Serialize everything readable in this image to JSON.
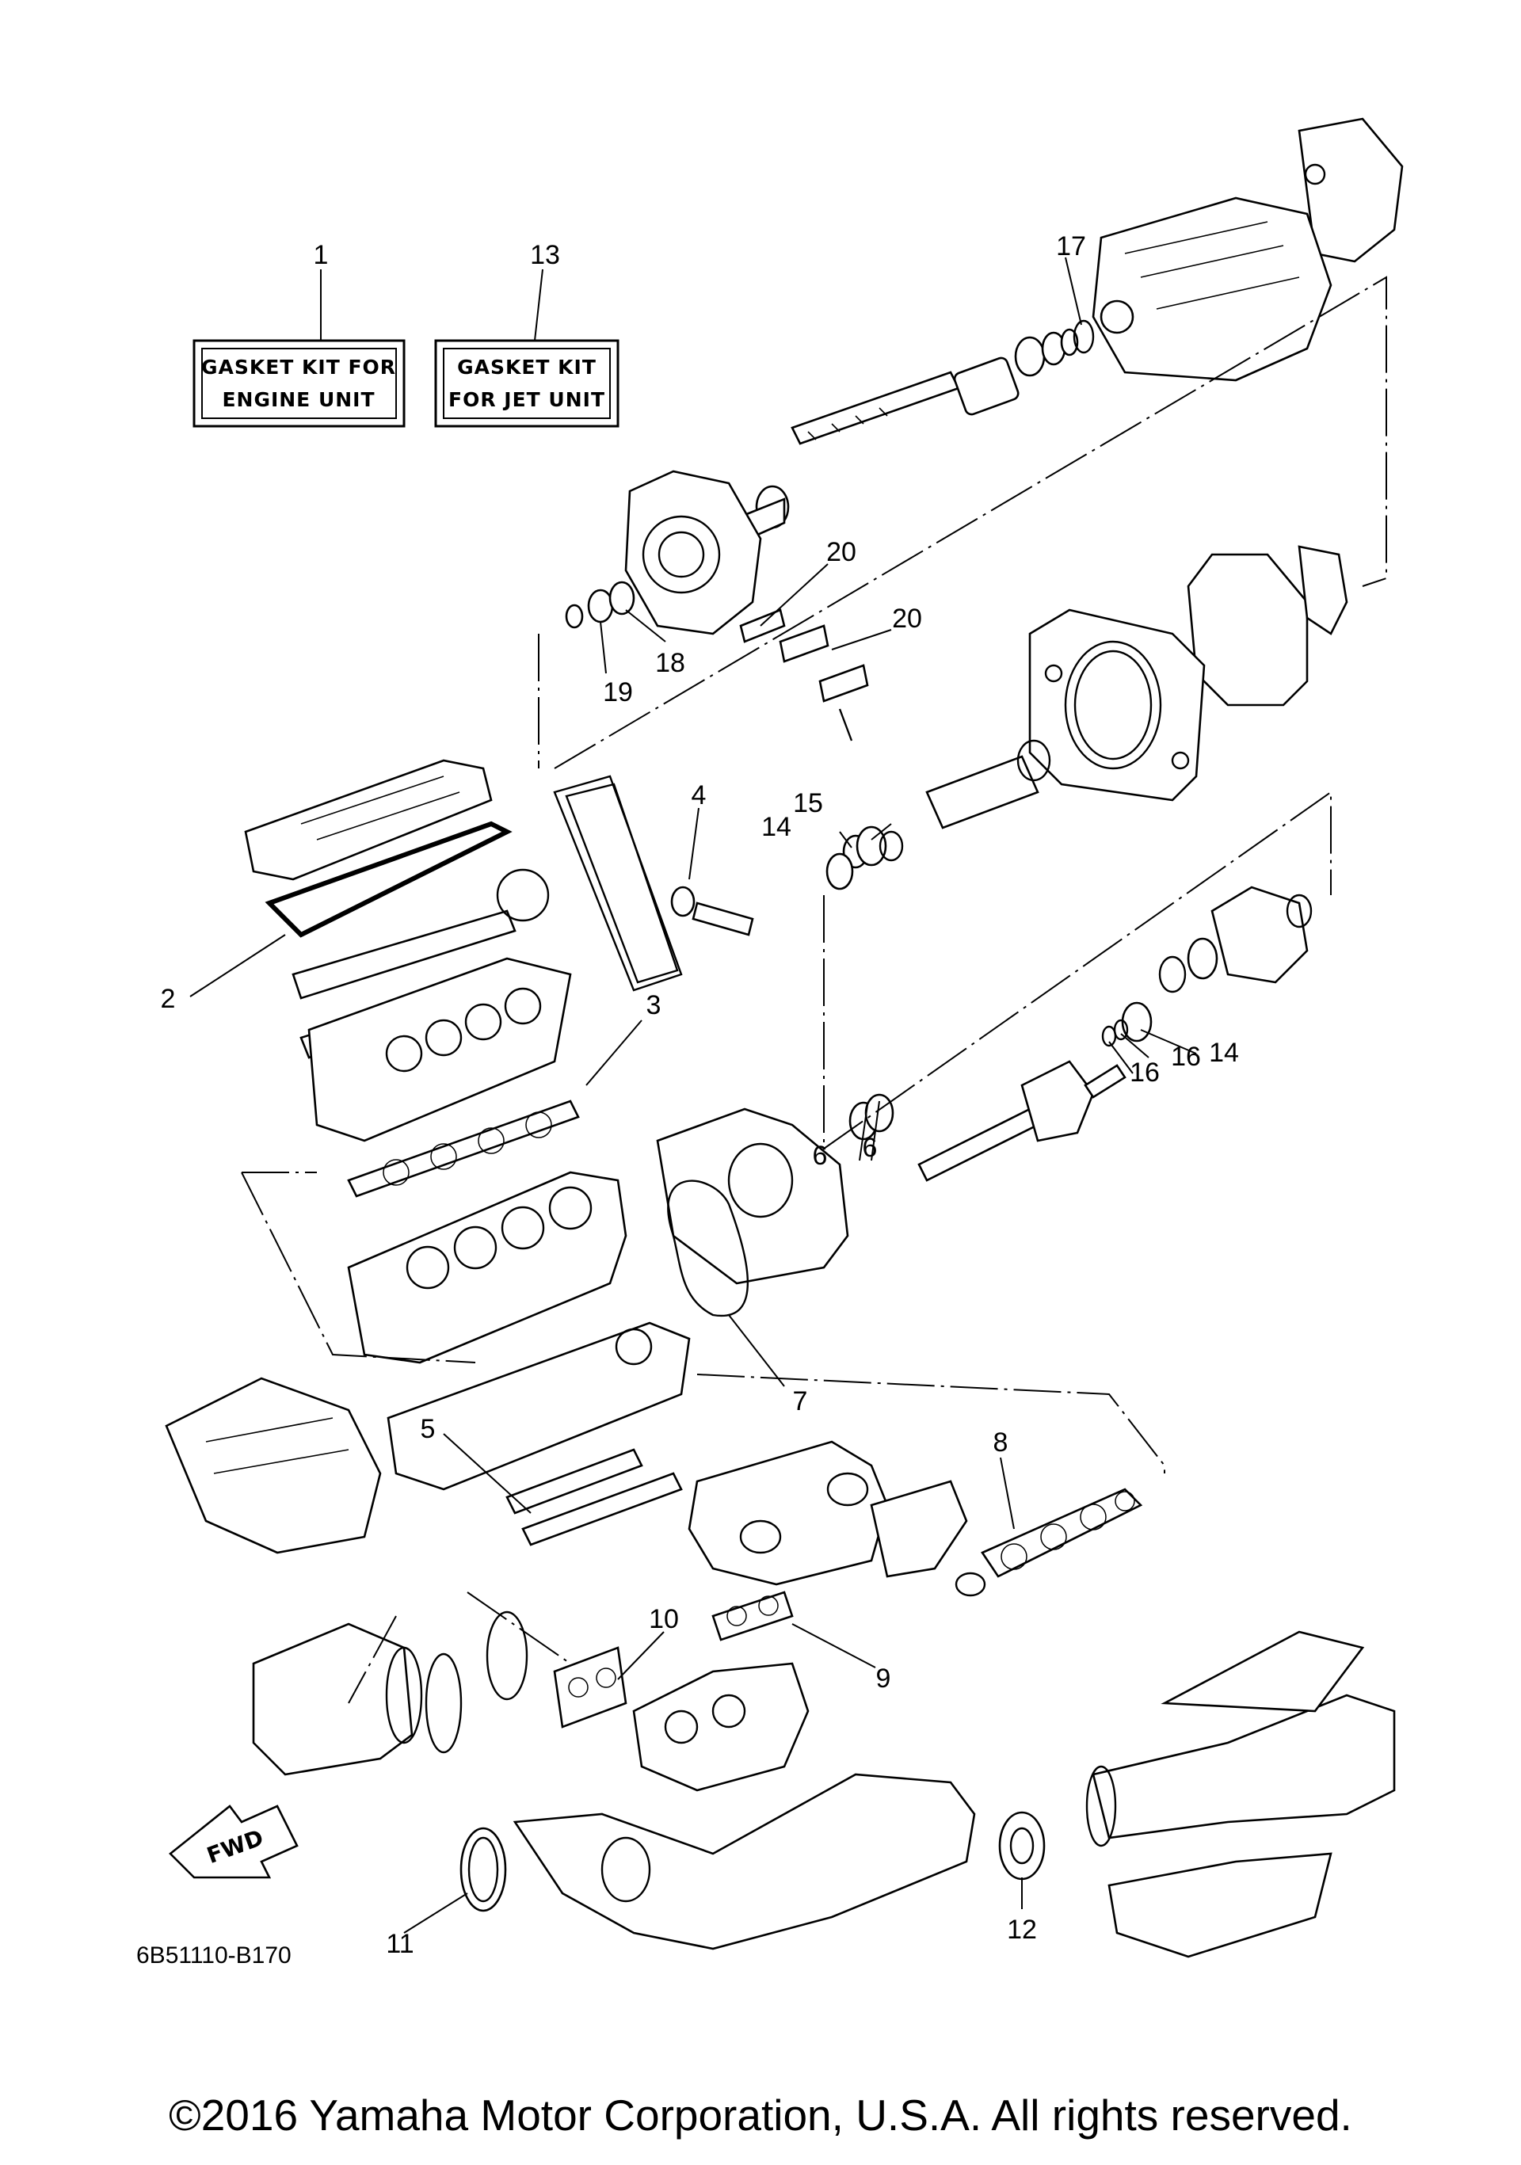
{
  "diagram_code": "6B51110-B170",
  "copyright": "©2016 Yamaha Motor Corporation, U.S.A. All rights reserved.",
  "direction_badge": "FWD",
  "kits": [
    {
      "ref": "1",
      "line1": "GASKET KIT FOR",
      "line2": "ENGINE UNIT"
    },
    {
      "ref": "13",
      "line1": "GASKET KIT",
      "line2": "FOR JET UNIT"
    }
  ],
  "callouts": [
    "2",
    "3",
    "4",
    "5",
    "6",
    "6",
    "7",
    "8",
    "9",
    "10",
    "11",
    "12",
    "14",
    "14",
    "15",
    "16",
    "16",
    "17",
    "18",
    "19",
    "20",
    "20"
  ]
}
